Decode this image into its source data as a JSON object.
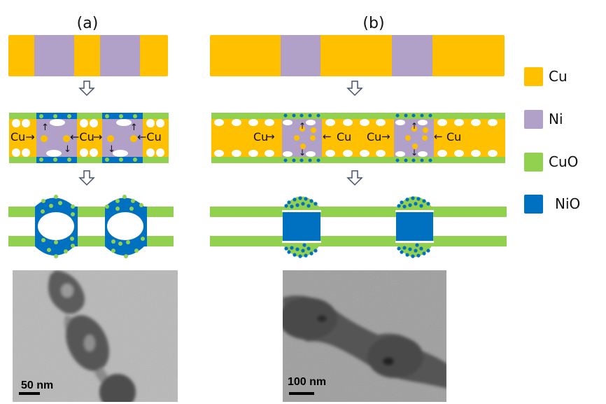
{
  "panels": {
    "a": {
      "label": "(a)",
      "tem_scale_bar": "50 nm"
    },
    "b": {
      "label": "(b)",
      "tem_scale_bar": "100 nm"
    }
  },
  "inline_labels": {
    "cu": "Cu",
    "cu_arrow_right": "Cu→",
    "cu_arrow_left": "←Cu"
  },
  "legend": [
    {
      "label": "Cu",
      "color": "#FFC000"
    },
    {
      "label": "Ni",
      "color": "#B1A0C7"
    },
    {
      "label": "CuO",
      "color": "#92D050"
    },
    {
      "label": "NiO",
      "color": "#0070C0"
    }
  ],
  "colors": {
    "cu": "#FFC000",
    "ni": "#B1A0C7",
    "cuo": "#92D050",
    "nio": "#0070C0",
    "arrow": "#44546A",
    "tem_bg_a": "#b9b9b9",
    "tem_bg_b": "#9d9d9d"
  }
}
